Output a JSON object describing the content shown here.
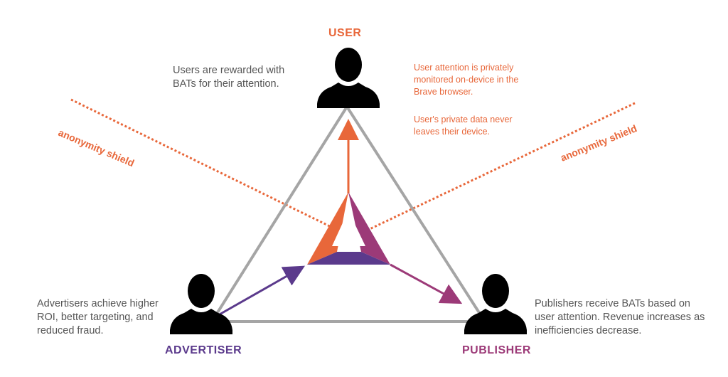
{
  "roles": {
    "user": "USER",
    "advertiser": "ADVERTISER",
    "publisher": "PUBLISHER"
  },
  "descriptions": {
    "user": "Users are rewarded with BATs for their attention.",
    "user_privacy_1": "User attention is privately monitored on-device in the Brave browser.",
    "user_privacy_2": "User's private data never leaves their device.",
    "advertiser": "Advertisers achieve higher ROI, better targeting, and reduced fraud.",
    "publisher": "Publishers receive BATs based on user attention. Revenue increases as inefficiencies decrease."
  },
  "shields": {
    "left": "anonymity shield",
    "right": "anonymity shield"
  },
  "colors": {
    "orange": "#e8673a",
    "purple": "#5b3a8c",
    "magenta": "#9c3a78",
    "gray_text": "#555555",
    "triangle_gray": "#a0a0a0",
    "silhouette": "#000000"
  },
  "icons": [
    "user-silhouette-icon",
    "advertiser-silhouette-icon",
    "publisher-silhouette-icon",
    "bat-logo-icon"
  ]
}
